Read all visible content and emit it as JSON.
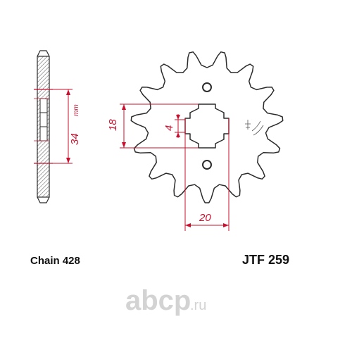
{
  "diagram": {
    "chain_label": "Chain 428",
    "part_number": "JTF 259",
    "dimensions": {
      "side_width": "34",
      "side_width_unit": "mm",
      "spline_height": "18",
      "keyway": "4",
      "bore_width": "20"
    },
    "teeth": 15
  },
  "watermark": {
    "brand": "abcp",
    "domain": ".ru"
  },
  "colors": {
    "outline": "#2b2b2b",
    "dimension": "#c8102e",
    "watermark": "#d3d3d3",
    "hatch": "#555555"
  }
}
